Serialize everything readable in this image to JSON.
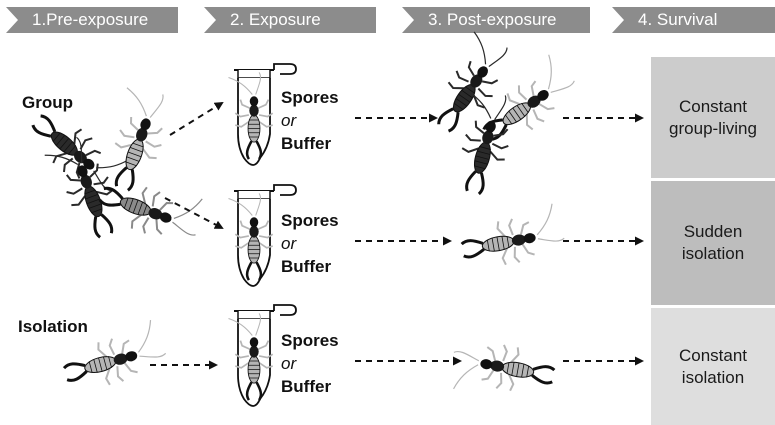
{
  "stages": [
    {
      "label": "1.Pre-exposure"
    },
    {
      "label": "2. Exposure"
    },
    {
      "label": "3. Post-exposure"
    },
    {
      "label": "4. Survival"
    }
  ],
  "groups": {
    "group_label": "Group",
    "isolation_label": "Isolation"
  },
  "treatment": {
    "spores": "Spores",
    "or": "or",
    "buffer": "Buffer"
  },
  "outcomes": [
    {
      "line1": "Constant",
      "line2": "group-living",
      "color": "#cccccc"
    },
    {
      "line1": "Sudden",
      "line2": "isolation",
      "color": "#bdbdbd"
    },
    {
      "line1": "Constant",
      "line2": "isolation",
      "color": "#dedede"
    }
  ],
  "colors": {
    "header": "#8c8c8c",
    "insect_dark": "#2a2a2a",
    "insect_mid": "#8a8a8a",
    "insect_light": "#b5b5b5"
  },
  "icons": {
    "insect": "earwig-icon",
    "tube": "microcentrifuge-tube-icon",
    "arrow": "dashed-arrow-icon"
  }
}
